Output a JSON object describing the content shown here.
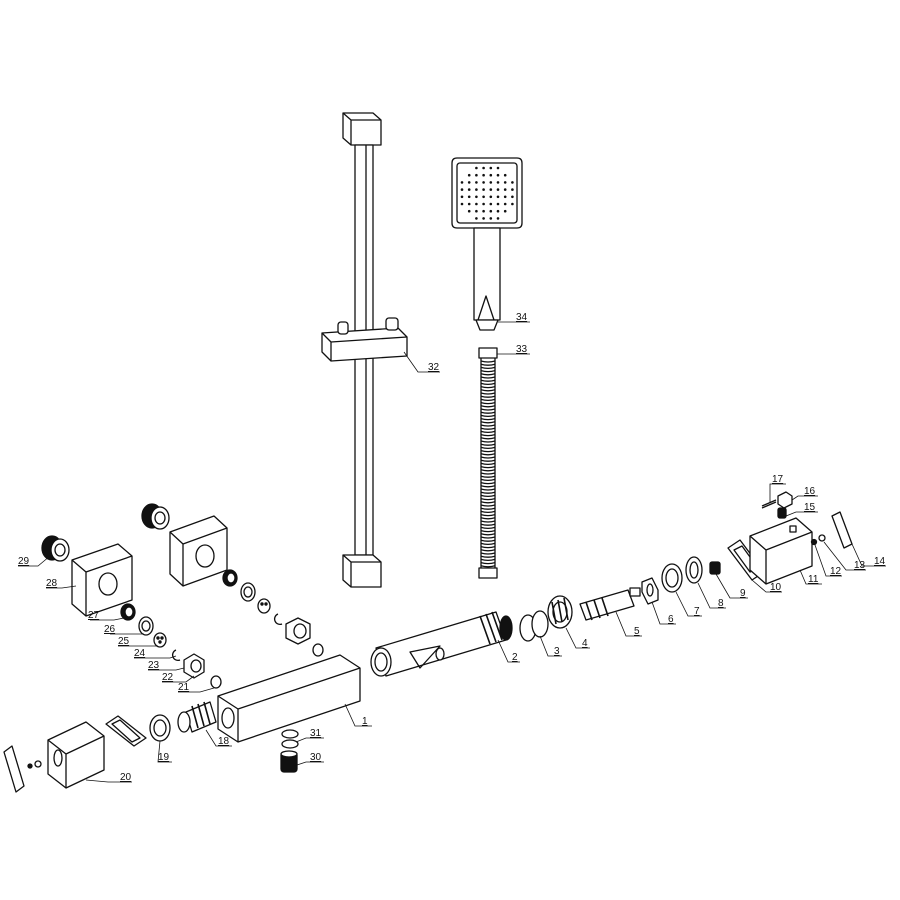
{
  "diagram": {
    "callouts": [
      {
        "id": "1",
        "text": "1"
      },
      {
        "id": "2",
        "text": "2"
      },
      {
        "id": "3",
        "text": "3"
      },
      {
        "id": "4",
        "text": "4"
      },
      {
        "id": "5",
        "text": "5"
      },
      {
        "id": "6",
        "text": "6"
      },
      {
        "id": "7",
        "text": "7"
      },
      {
        "id": "8",
        "text": "8"
      },
      {
        "id": "9",
        "text": "9"
      },
      {
        "id": "10",
        "text": "10"
      },
      {
        "id": "11",
        "text": "11"
      },
      {
        "id": "12",
        "text": "12"
      },
      {
        "id": "13",
        "text": "13"
      },
      {
        "id": "14",
        "text": "14"
      },
      {
        "id": "15",
        "text": "15"
      },
      {
        "id": "16",
        "text": "16"
      },
      {
        "id": "17",
        "text": "17"
      },
      {
        "id": "18",
        "text": "18"
      },
      {
        "id": "19",
        "text": "19"
      },
      {
        "id": "20",
        "text": "20"
      },
      {
        "id": "21",
        "text": "21"
      },
      {
        "id": "22",
        "text": "22"
      },
      {
        "id": "23",
        "text": "23"
      },
      {
        "id": "24",
        "text": "24"
      },
      {
        "id": "25",
        "text": "25"
      },
      {
        "id": "26",
        "text": "26"
      },
      {
        "id": "27",
        "text": "27"
      },
      {
        "id": "28",
        "text": "28"
      },
      {
        "id": "29",
        "text": "29"
      },
      {
        "id": "30",
        "text": "30"
      },
      {
        "id": "31",
        "text": "31"
      },
      {
        "id": "32",
        "text": "32"
      },
      {
        "id": "33",
        "text": "33"
      },
      {
        "id": "34",
        "text": "34"
      }
    ]
  }
}
